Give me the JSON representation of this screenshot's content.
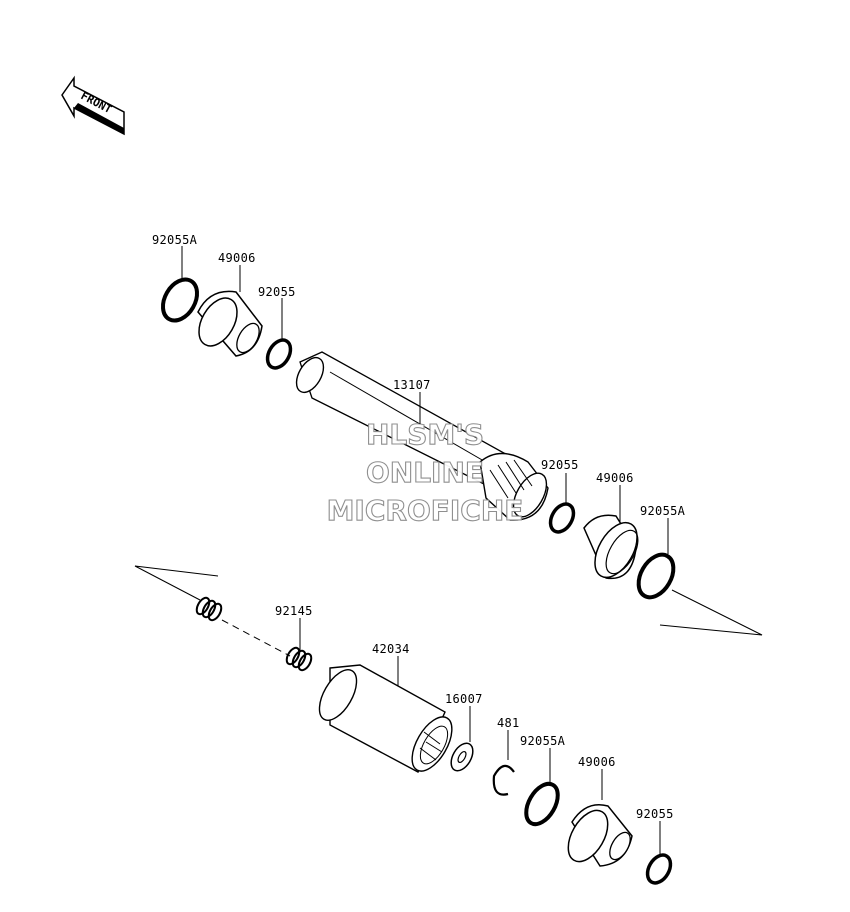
{
  "front_arrow": {
    "label": "FRONT"
  },
  "watermark": {
    "line1": "HLSM'S",
    "line2": "ONLINE",
    "line3": "MICROFICHE"
  },
  "labels": {
    "ring_92055A_top": "92055A",
    "boot_49006_top": "49006",
    "ring_92055_top": "92055",
    "shaft_13107": "13107",
    "ring_92055_mid": "92055",
    "boot_49006_mid": "49006",
    "ring_92055A_mid": "92055A",
    "spring_92145": "92145",
    "coupling_42034": "42034",
    "washer_16007": "16007",
    "circlip_481": "481",
    "ring_92055A_bot": "92055A",
    "boot_49006_bot": "49006",
    "ring_92055_bot": "92055"
  }
}
